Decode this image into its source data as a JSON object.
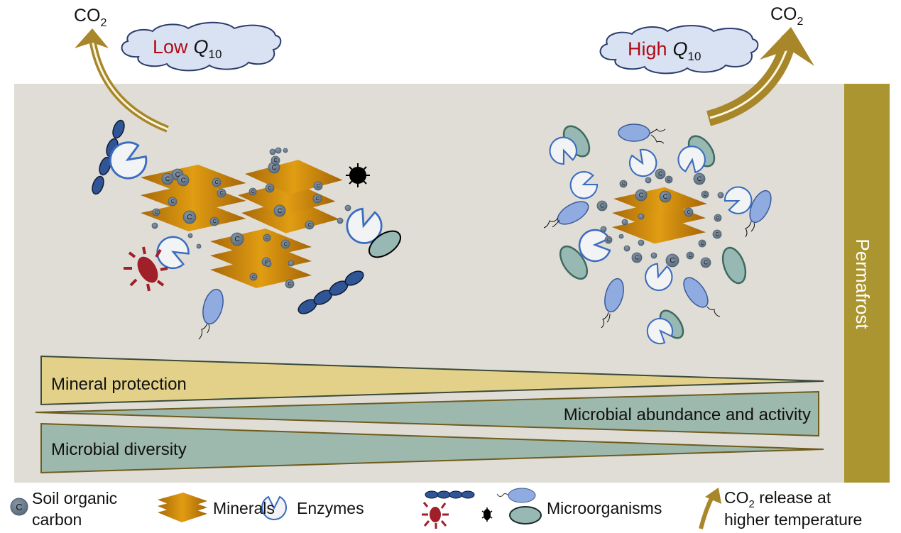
{
  "header": {
    "left": {
      "co2_label": "CO",
      "co2_sub": "2",
      "cloud_level": "Low",
      "cloud_q": "Q",
      "cloud_sub": "10"
    },
    "right": {
      "co2_label": "CO",
      "co2_sub": "2",
      "cloud_level": "High",
      "cloud_q": "Q",
      "cloud_sub": "10"
    }
  },
  "permafrost_label": "Permafrost",
  "gradients": {
    "mineral_protection": "Mineral protection",
    "microbial_abundance": "Microbial abundance and activity",
    "microbial_diversity": "Microbial diversity"
  },
  "legend": {
    "soc_glyph": "C",
    "soc_line1": "Soil organic",
    "soc_line2": "carbon",
    "minerals": "Minerals",
    "enzymes": "Enzymes",
    "microorganisms": "Microorganisms",
    "co2_prefix": "CO",
    "co2_sub": "2",
    "co2_line1_rest": " release at",
    "co2_line2": "higher temperature"
  },
  "colors": {
    "soil_bg": "#e0ddd6",
    "permafrost": "#ab9530",
    "arrow_gold": "#a8862a",
    "mineral_orange": "#d48d0c",
    "carbon_gray": "#6e8090",
    "enzyme_blue": "#3a6cc0",
    "chain_blue": "#2f5596",
    "microbe_light_blue": "#8fabe0",
    "microbe_teal": "#98b8b4",
    "microbe_red": "#a0202a",
    "mineral_band": "#e3d189",
    "microbe_band": "#9db8ad",
    "cloud_fill": "#d9e2f3",
    "accent_red": "#b00b14"
  }
}
